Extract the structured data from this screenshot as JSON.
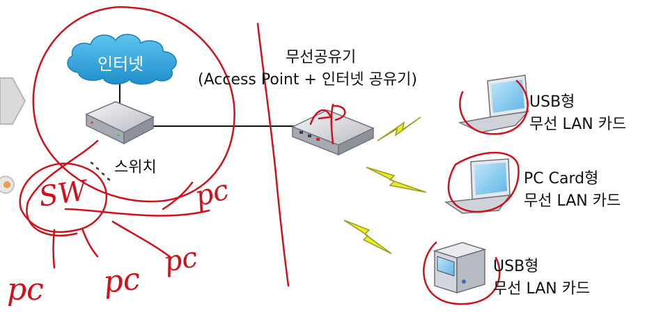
{
  "internet_label": "인터넷",
  "switch_label": "스위치",
  "ap_title_line1": "무선공유기",
  "ap_title_line2": "(Access Point + 인터넷 공유기)",
  "devices": [
    {
      "line1": "USB형",
      "line2": "무선 LAN 카드"
    },
    {
      "line1": "PC Card형",
      "line2": "무선 LAN 카드"
    },
    {
      "line1": "USB형",
      "line2": "무선 LAN 카드"
    }
  ],
  "annotations": {
    "sw": "SW",
    "ap": "AP",
    "pc_1": "pc",
    "pc_2": "pc",
    "pc_3": "pc",
    "pc_4": "pc"
  },
  "colors": {
    "ink": "#d0101a",
    "cloud": "#29a3dc",
    "bolt": "#e8ec2a",
    "device": "#c9ccd2"
  }
}
